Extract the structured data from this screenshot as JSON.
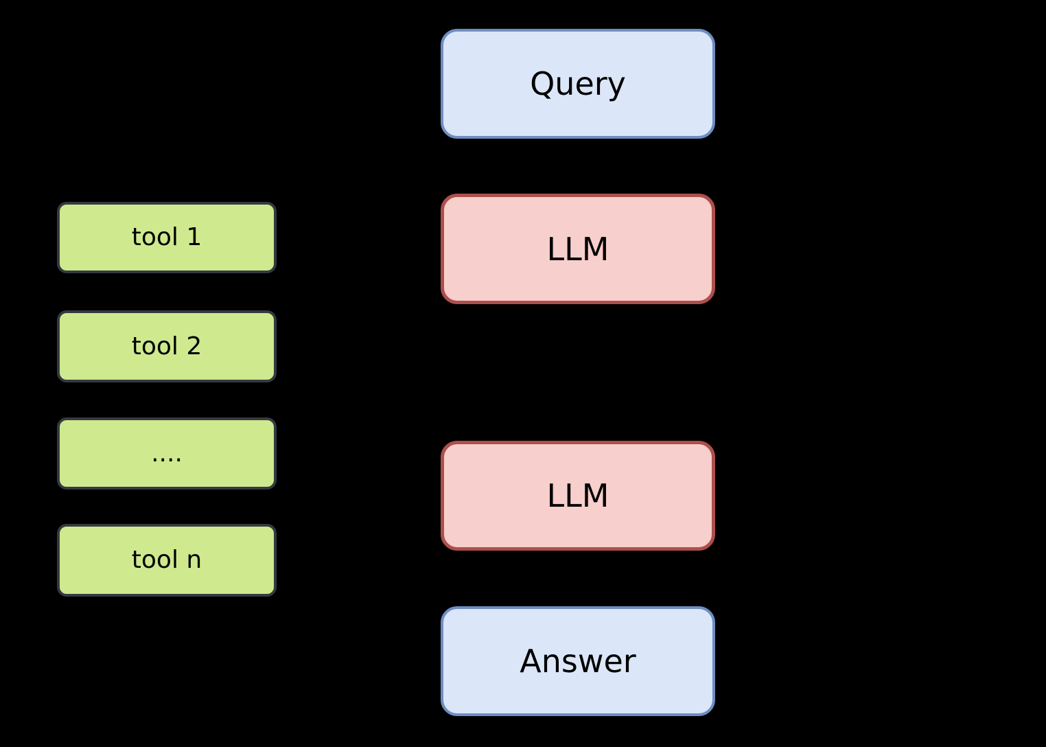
{
  "canvas": {
    "background": "#000000"
  },
  "colors": {
    "io_fill": "#dbe6f8",
    "io_border": "#6e8dc3",
    "llm_fill": "#f7cfcc",
    "llm_border": "#ad4f4b",
    "tool_fill": "#cfe98e",
    "tool_border": "#343a40",
    "text": "#000000"
  },
  "nodes": {
    "query": {
      "label": "Query"
    },
    "llm_top": {
      "label": "LLM"
    },
    "llm_bottom": {
      "label": "LLM"
    },
    "answer": {
      "label": "Answer"
    },
    "tool_1": {
      "label": "tool 1"
    },
    "tool_2": {
      "label": "tool 2"
    },
    "tool_more": {
      "label": "...."
    },
    "tool_n": {
      "label": "tool n"
    }
  }
}
